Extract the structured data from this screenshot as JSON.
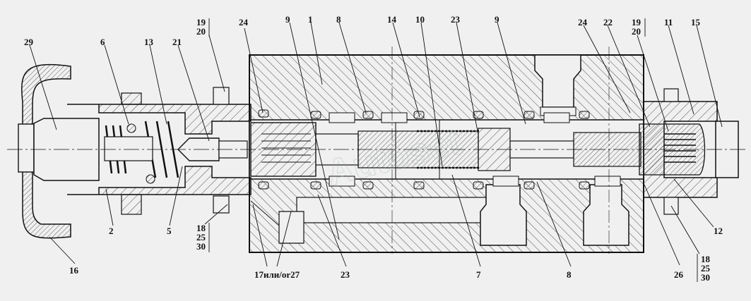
{
  "diagram": {
    "watermark": "Autoset",
    "callouts": [
      {
        "id": "29",
        "text": "29"
      },
      {
        "id": "6",
        "text": "6"
      },
      {
        "id": "13",
        "text": "13"
      },
      {
        "id": "21",
        "text": "21"
      },
      {
        "id": "19-20-left",
        "text_top": "19",
        "text_bottom": "20"
      },
      {
        "id": "24-left",
        "text": "24"
      },
      {
        "id": "9-left",
        "text": "9"
      },
      {
        "id": "1",
        "text": "1"
      },
      {
        "id": "8-top",
        "text": "8"
      },
      {
        "id": "14",
        "text": "14"
      },
      {
        "id": "10",
        "text": "10"
      },
      {
        "id": "23-top",
        "text": "23"
      },
      {
        "id": "9-right",
        "text": "9"
      },
      {
        "id": "24-right",
        "text": "24"
      },
      {
        "id": "22",
        "text": "22"
      },
      {
        "id": "19-20-right",
        "text_top": "19",
        "text_bottom": "20"
      },
      {
        "id": "11",
        "text": "11"
      },
      {
        "id": "15",
        "text": "15"
      },
      {
        "id": "2",
        "text": "2"
      },
      {
        "id": "5",
        "text": "5"
      },
      {
        "id": "16",
        "text": "16"
      },
      {
        "id": "18-25-30-left",
        "lines": [
          "18",
          "25",
          "30"
        ]
      },
      {
        "id": "17-27",
        "text": "17или/or27"
      },
      {
        "id": "23-bottom",
        "text": "23"
      },
      {
        "id": "7",
        "text": "7"
      },
      {
        "id": "8-bottom",
        "text": "8"
      },
      {
        "id": "26",
        "text": "26"
      },
      {
        "id": "12",
        "text": "12"
      },
      {
        "id": "18-25-30-right",
        "lines": [
          "18",
          "25",
          "30"
        ]
      }
    ]
  }
}
